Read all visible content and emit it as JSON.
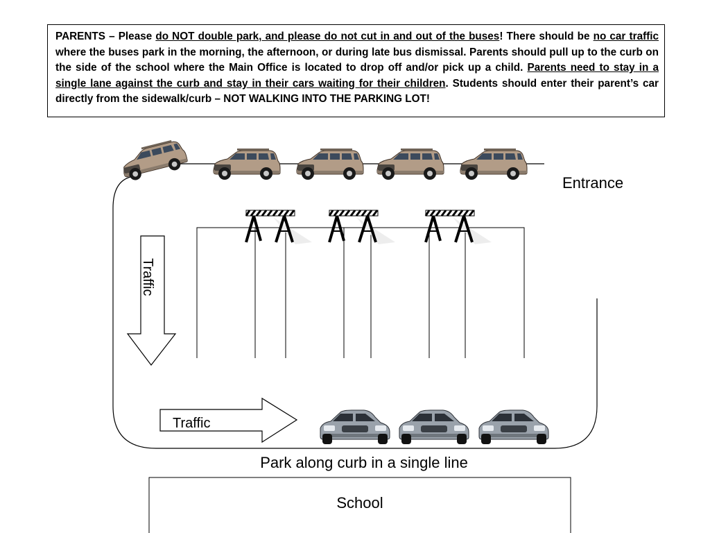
{
  "notice": {
    "lead": "PARENTS – Please ",
    "u1": "do NOT double park, and please do not cut in and out of the buses",
    "t2": "! There should be ",
    "u2": "no car traffic",
    "t3": " where the buses park in the morning, the afternoon, or during late bus dismissal. Parents should pull up to the curb on the side of the school where the Main Office is located to drop off and/or pick up a child. ",
    "u3": "Parents need to stay in a single lane against the curb and stay in their cars waiting for their children",
    "t4": ". Students should enter their parent’s car directly from the sidewalk/curb – NOT WALKING INTO THE PARKING LOT!"
  },
  "diagram": {
    "entrance_label": "Entrance",
    "traffic_down_label": "Traffic",
    "traffic_right_label": "Traffic",
    "curb_caption": "Park along curb in a single line",
    "school_label": "School"
  },
  "icons": {
    "top_cars": [
      "suv-car-icon",
      "suv-car-icon",
      "suv-car-icon",
      "suv-car-icon",
      "suv-car-icon"
    ],
    "barricades": [
      "barricade-icon",
      "barricade-icon",
      "barricade-icon"
    ],
    "curb_cars": [
      "sedan-car-icon",
      "sedan-car-icon",
      "sedan-car-icon"
    ]
  },
  "colors": {
    "suv_body": "#b29c87",
    "sedan_body": "#9aa2ab",
    "line": "#000000"
  }
}
